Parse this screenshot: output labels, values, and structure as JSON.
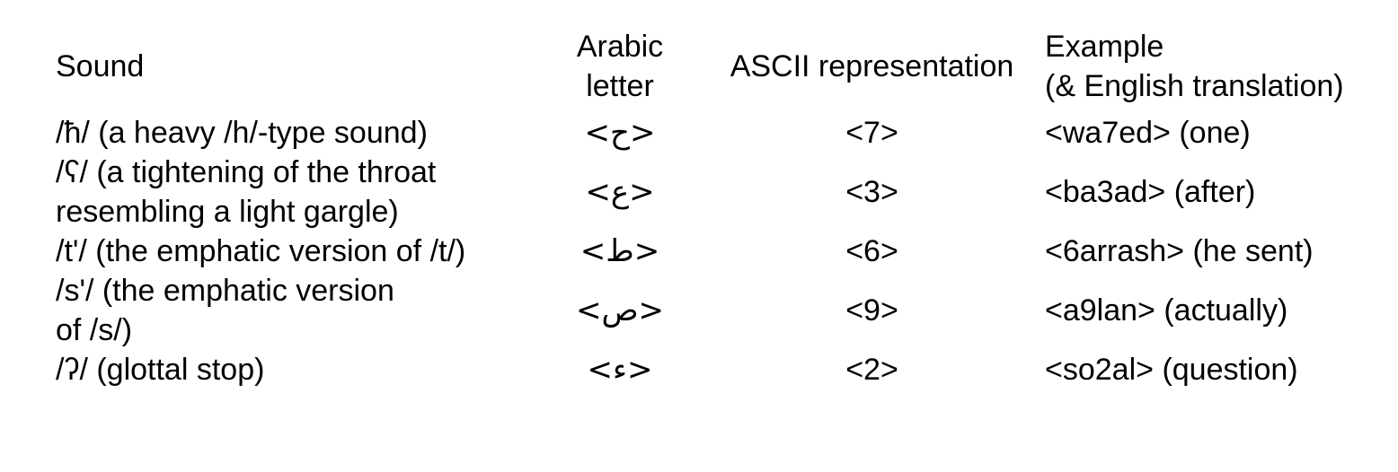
{
  "table": {
    "headers": {
      "sound": "Sound",
      "arabic_letter": "Arabic\nletter",
      "ascii": "ASCII representation",
      "example": "Example\n(& English translation)"
    },
    "rows": [
      {
        "sound": "/ħ/ (a heavy /h/-type sound)",
        "arabic": "<ح>",
        "ascii": "<7>",
        "example": "<wa7ed> (one)"
      },
      {
        "sound": "/ʕ/ (a tightening of the throat\nresembling a light gargle)",
        "arabic": "<ع>",
        "ascii": "<3>",
        "example": "<ba3ad> (after)"
      },
      {
        "sound": "/t'/ (the emphatic version of /t/)",
        "arabic": "<ط>",
        "ascii": "<6>",
        "example": "<6arrash> (he sent)"
      },
      {
        "sound": "/s'/ (the emphatic version\nof /s/)",
        "arabic": "<ص>",
        "ascii": "<9>",
        "example": "<a9lan> (actually)"
      },
      {
        "sound": "/ʔ/ (glottal stop)",
        "arabic": "<ء>",
        "ascii": "<2>",
        "example": "<so2al> (question)"
      }
    ]
  }
}
